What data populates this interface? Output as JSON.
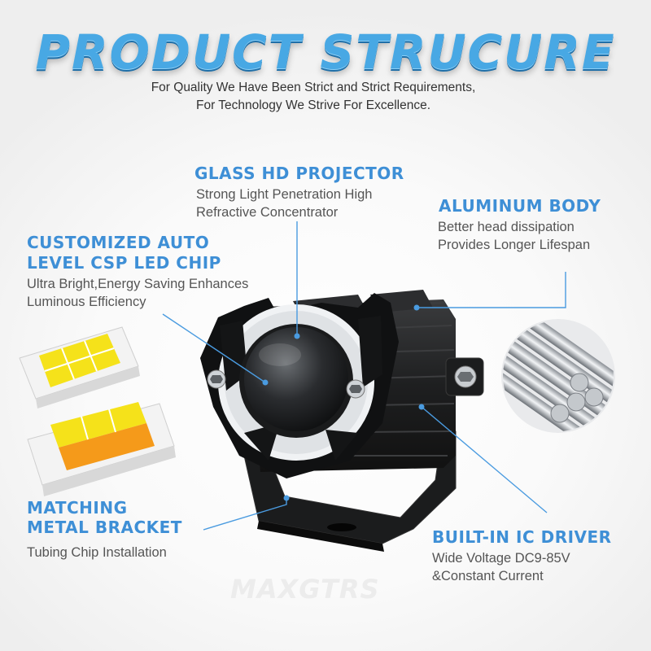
{
  "header": {
    "title": "PRODUCT STRUCURE",
    "subtitle_line1": "For Quality We Have Been Strict and Strict Requirements,",
    "subtitle_line2": "For Technology We Strive For Excellence."
  },
  "callouts": {
    "projector": {
      "heading": "GLASS HD PROJECTOR",
      "line1": "Strong Light Penetration High",
      "line2": "Refractive Concentrator"
    },
    "body": {
      "heading": "ALUMINUM BODY",
      "line1": "Better head dissipation",
      "line2": "Provides Longer Lifespan"
    },
    "chip": {
      "heading_line1": "CUSTOMIZED AUTO",
      "heading_line2": "LEVEL CSP LED CHIP",
      "line1": "Ultra Bright,Energy Saving Enhances",
      "line2": "Luminous Efficiency"
    },
    "bracket": {
      "heading_line1": "MATCHING",
      "heading_line2": "METAL BRACKET",
      "line1": "Tubing Chip Installation"
    },
    "driver": {
      "heading": "BUILT-IN IC DRIVER",
      "line1": "Wide Voltage DC9-85V",
      "line2": "&Constant Current"
    }
  },
  "watermark": "MAXGTRS",
  "colors": {
    "title": "#48a8e4",
    "heading": "#3e8fd6",
    "leader_line": "#4a9be0",
    "chip_yellow": "#f5e21a",
    "chip_orange": "#f59a1a"
  }
}
